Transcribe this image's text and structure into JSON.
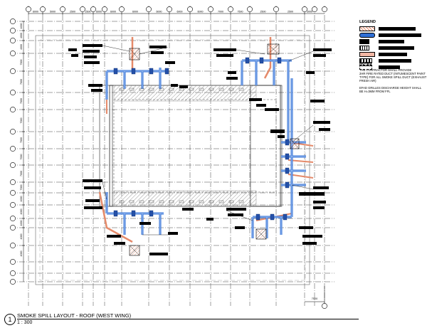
{
  "dimensions_top": [
    "6000",
    "5000",
    "2500",
    "2500",
    "6000",
    "6000",
    "6000",
    "6000",
    "6000",
    "6000",
    "7000",
    "7500",
    "2500",
    "2500",
    "3000"
  ],
  "dimensions_left": [
    "4000",
    "4000",
    "4000",
    "7000",
    "7000",
    "7000",
    "7000",
    "7000",
    "7000",
    "7000",
    "7000",
    "4000",
    "4000",
    "4000",
    "4000",
    "4000"
  ],
  "dimension_bottom": "7500",
  "legend": {
    "title": "LEGEND"
  },
  "notes": {
    "title": "NOTES",
    "lines": [
      "THE CONTRACTOR SHALL PROVIDE",
      "2HR FIRE RATED DUCT (INTUMESCENT PAINT",
      "TYPE) FOR ALL SMOKE SPILL DUCT (EXHAUST &",
      "FRESH AIR)",
      "",
      "EFAD GRILLES DISCHARGE HEIGHT SHALL",
      "BE H=3MM FROM FFL"
    ]
  },
  "title_block": {
    "number": "1",
    "title": "SMOKE SPILL LAYOUT - ROOF (WEST WING)",
    "scale": "1 : 300"
  },
  "colors": {
    "exhaust_duct": "#2f6fd6",
    "fresh_air_duct": "#e58a6a",
    "hatch": "#c8c8c8"
  }
}
